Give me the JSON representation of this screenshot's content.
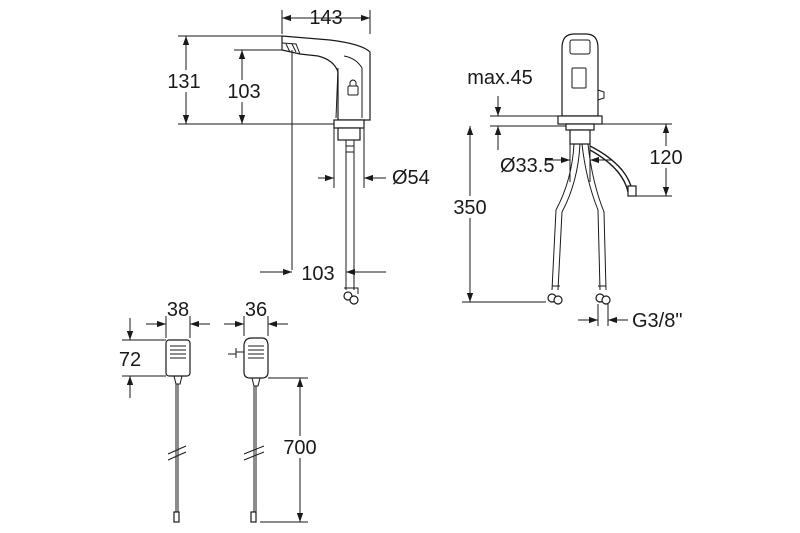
{
  "dimensions": {
    "faucet_width": "143",
    "faucet_height_total": "131",
    "faucet_height_spout": "103",
    "hole_diameter": "Ø54",
    "hose_length_left": "103",
    "max_deck_thickness": "max.45",
    "shank_diameter": "Ø33.5",
    "sensor_cable_length": "120",
    "hose_length_right": "350",
    "connection_thread": "G3/8\"",
    "adapter1_width": "38",
    "adapter1_height": "72",
    "adapter2_width": "36",
    "adapter2_cable_length": "700"
  },
  "colors": {
    "line": "#1a1a1a",
    "background": "#ffffff"
  }
}
